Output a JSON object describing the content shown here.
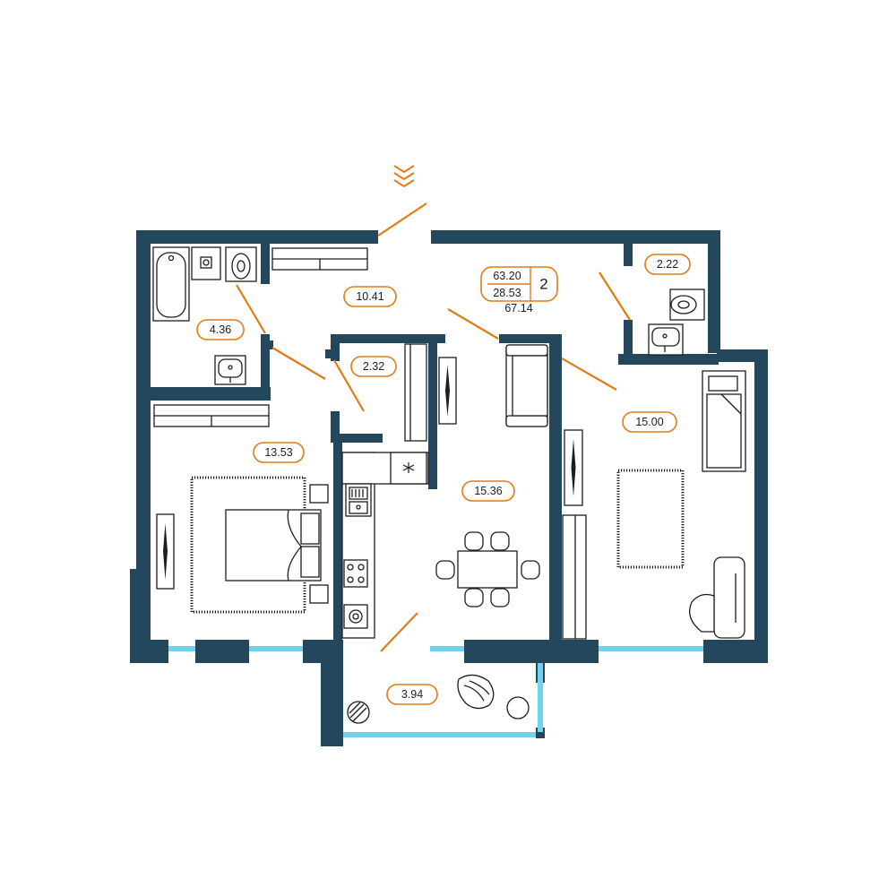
{
  "entrance": {
    "icon": "entrance-chevrons-icon"
  },
  "summary": {
    "living_area": "63.20",
    "total_area": "67.14",
    "kitchen_area": "28.53",
    "rooms": "2"
  },
  "rooms": {
    "bathroom": "4.36",
    "hallway": "10.41",
    "storage": "2.32",
    "wc": "2.22",
    "bedroom": "13.53",
    "kitchen_living": "15.36",
    "room": "15.00",
    "balcony": "3.94"
  },
  "colors": {
    "wall": "#23475c",
    "accent": "#e07b16",
    "window": "#6fd3ee"
  }
}
